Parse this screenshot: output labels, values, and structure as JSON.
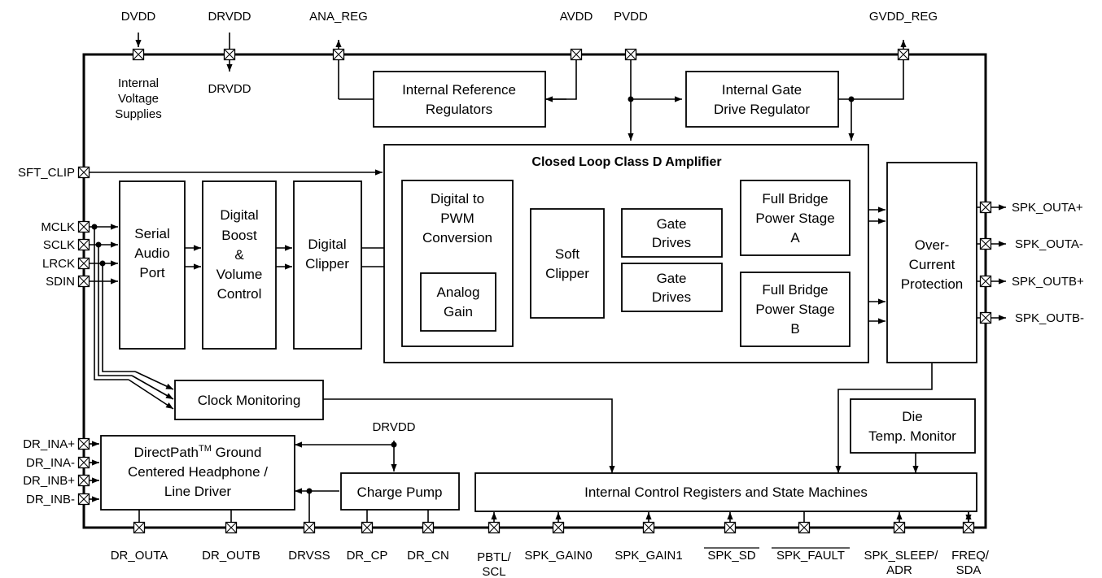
{
  "top_pins": {
    "dvdd": "DVDD",
    "drvdd": "DRVDD",
    "ana_reg": "ANA_REG",
    "avdd": "AVDD",
    "pvdd": "PVDD",
    "gvdd_reg": "GVDD_REG"
  },
  "internal_supplies": [
    "Internal",
    "Voltage",
    "Supplies"
  ],
  "drvdd_internal": "DRVDD",
  "left_pins": {
    "sft_clip": "SFT_CLIP",
    "mclk": "MCLK",
    "sclk": "SCLK",
    "lrck": "LRCK",
    "sdin": "SDIN",
    "dr_ina_p": "DR_INA+",
    "dr_ina_m": "DR_INA-",
    "dr_inb_p": "DR_INB+",
    "dr_inb_m": "DR_INB-"
  },
  "right_pins": {
    "spk_outa_p": "SPK_OUTA+",
    "spk_outa_m": "SPK_OUTA-",
    "spk_outb_p": "SPK_OUTB+",
    "spk_outb_m": "SPK_OUTB-"
  },
  "bottom_pins": {
    "dr_outa": "DR_OUTA",
    "dr_outb": "DR_OUTB",
    "drvss": "DRVSS",
    "dr_cp": "DR_CP",
    "dr_cn": "DR_CN",
    "pbtl_scl": [
      "PBTL/",
      "SCL"
    ],
    "spk_gain0": "SPK_GAIN0",
    "spk_gain1": "SPK_GAIN1",
    "spk_sd": "SPK_SD",
    "spk_fault": "SPK_FAULT",
    "spk_sleep_adr": [
      "SPK_SLEEP/",
      "ADR"
    ],
    "freq_sda": [
      "FREQ/",
      "SDA"
    ]
  },
  "blocks": {
    "ref_regulators": [
      "Internal Reference",
      "Regulators"
    ],
    "gate_regulator": [
      "Internal Gate",
      "Drive Regulator"
    ],
    "amplifier_title": "Closed Loop Class D Amplifier",
    "serial_audio": [
      "Serial",
      "Audio",
      "Port"
    ],
    "digital_boost": [
      "Digital",
      "Boost",
      "&",
      "Volume",
      "Control"
    ],
    "digital_clipper": [
      "Digital",
      "Clipper"
    ],
    "digital_pwm": [
      "Digital to",
      "PWM",
      "Conversion"
    ],
    "analog_gain": [
      "Analog",
      "Gain"
    ],
    "soft_clipper": [
      "Soft",
      "Clipper"
    ],
    "gate_drives_a": [
      "Gate",
      "Drives"
    ],
    "gate_drives_b": [
      "Gate",
      "Drives"
    ],
    "bridge_a": [
      "Full Bridge",
      "Power Stage",
      "A"
    ],
    "bridge_b": [
      "Full Bridge",
      "Power Stage",
      "B"
    ],
    "overcurrent": [
      "Over-",
      "Current",
      "Protection"
    ],
    "clock_monitoring": "Clock Monitoring",
    "die_temp": [
      "Die",
      "Temp. Monitor"
    ],
    "directpath_pre": "DirectPath",
    "directpath_tm": "TM",
    "directpath_post": " Ground",
    "headphone": [
      "Centered Headphone /",
      "Line Driver"
    ],
    "charge_pump": "Charge Pump",
    "control_registers": "Internal Control Registers and State Machines",
    "drvdd_node": "DRVDD"
  }
}
